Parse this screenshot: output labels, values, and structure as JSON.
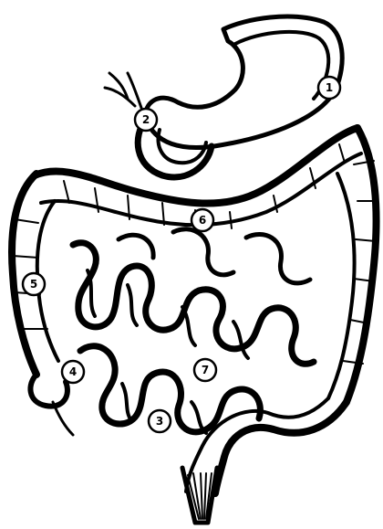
{
  "diagram": {
    "subject": "digestive-tract-intestines",
    "line_color": "#000000",
    "background_color": "#ffffff",
    "markers": [
      {
        "id": "m1",
        "label": "1"
      },
      {
        "id": "m2",
        "label": "2"
      },
      {
        "id": "m3",
        "label": "3"
      },
      {
        "id": "m4",
        "label": "4"
      },
      {
        "id": "m5",
        "label": "5"
      },
      {
        "id": "m6",
        "label": "6"
      },
      {
        "id": "m7",
        "label": "7"
      }
    ]
  }
}
